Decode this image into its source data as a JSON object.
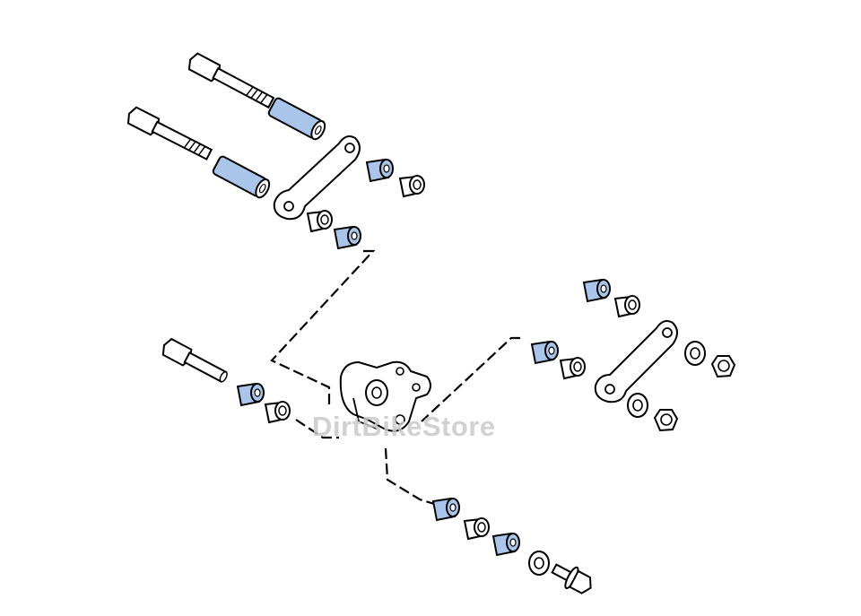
{
  "diagram": {
    "title": "",
    "colors": {
      "line": "#000000",
      "paper": "#ffffff",
      "highlight": "#a9c6ea",
      "watermark": "#c9c9c9"
    },
    "parts": [
      "long-bolt",
      "long-bolt",
      "collar",
      "collar",
      "bearing",
      "bearing",
      "bearing",
      "bearing",
      "connecting-rod",
      "relay-arm",
      "short-bolt",
      "collar",
      "bearing",
      "bearing",
      "collar",
      "bearing",
      "bearing",
      "connecting-rod",
      "washer",
      "nut",
      "washer",
      "nut",
      "collar",
      "bearing",
      "collar",
      "washer",
      "flange-bolt"
    ]
  },
  "watermark": {
    "text": "DirtBikeStore"
  }
}
